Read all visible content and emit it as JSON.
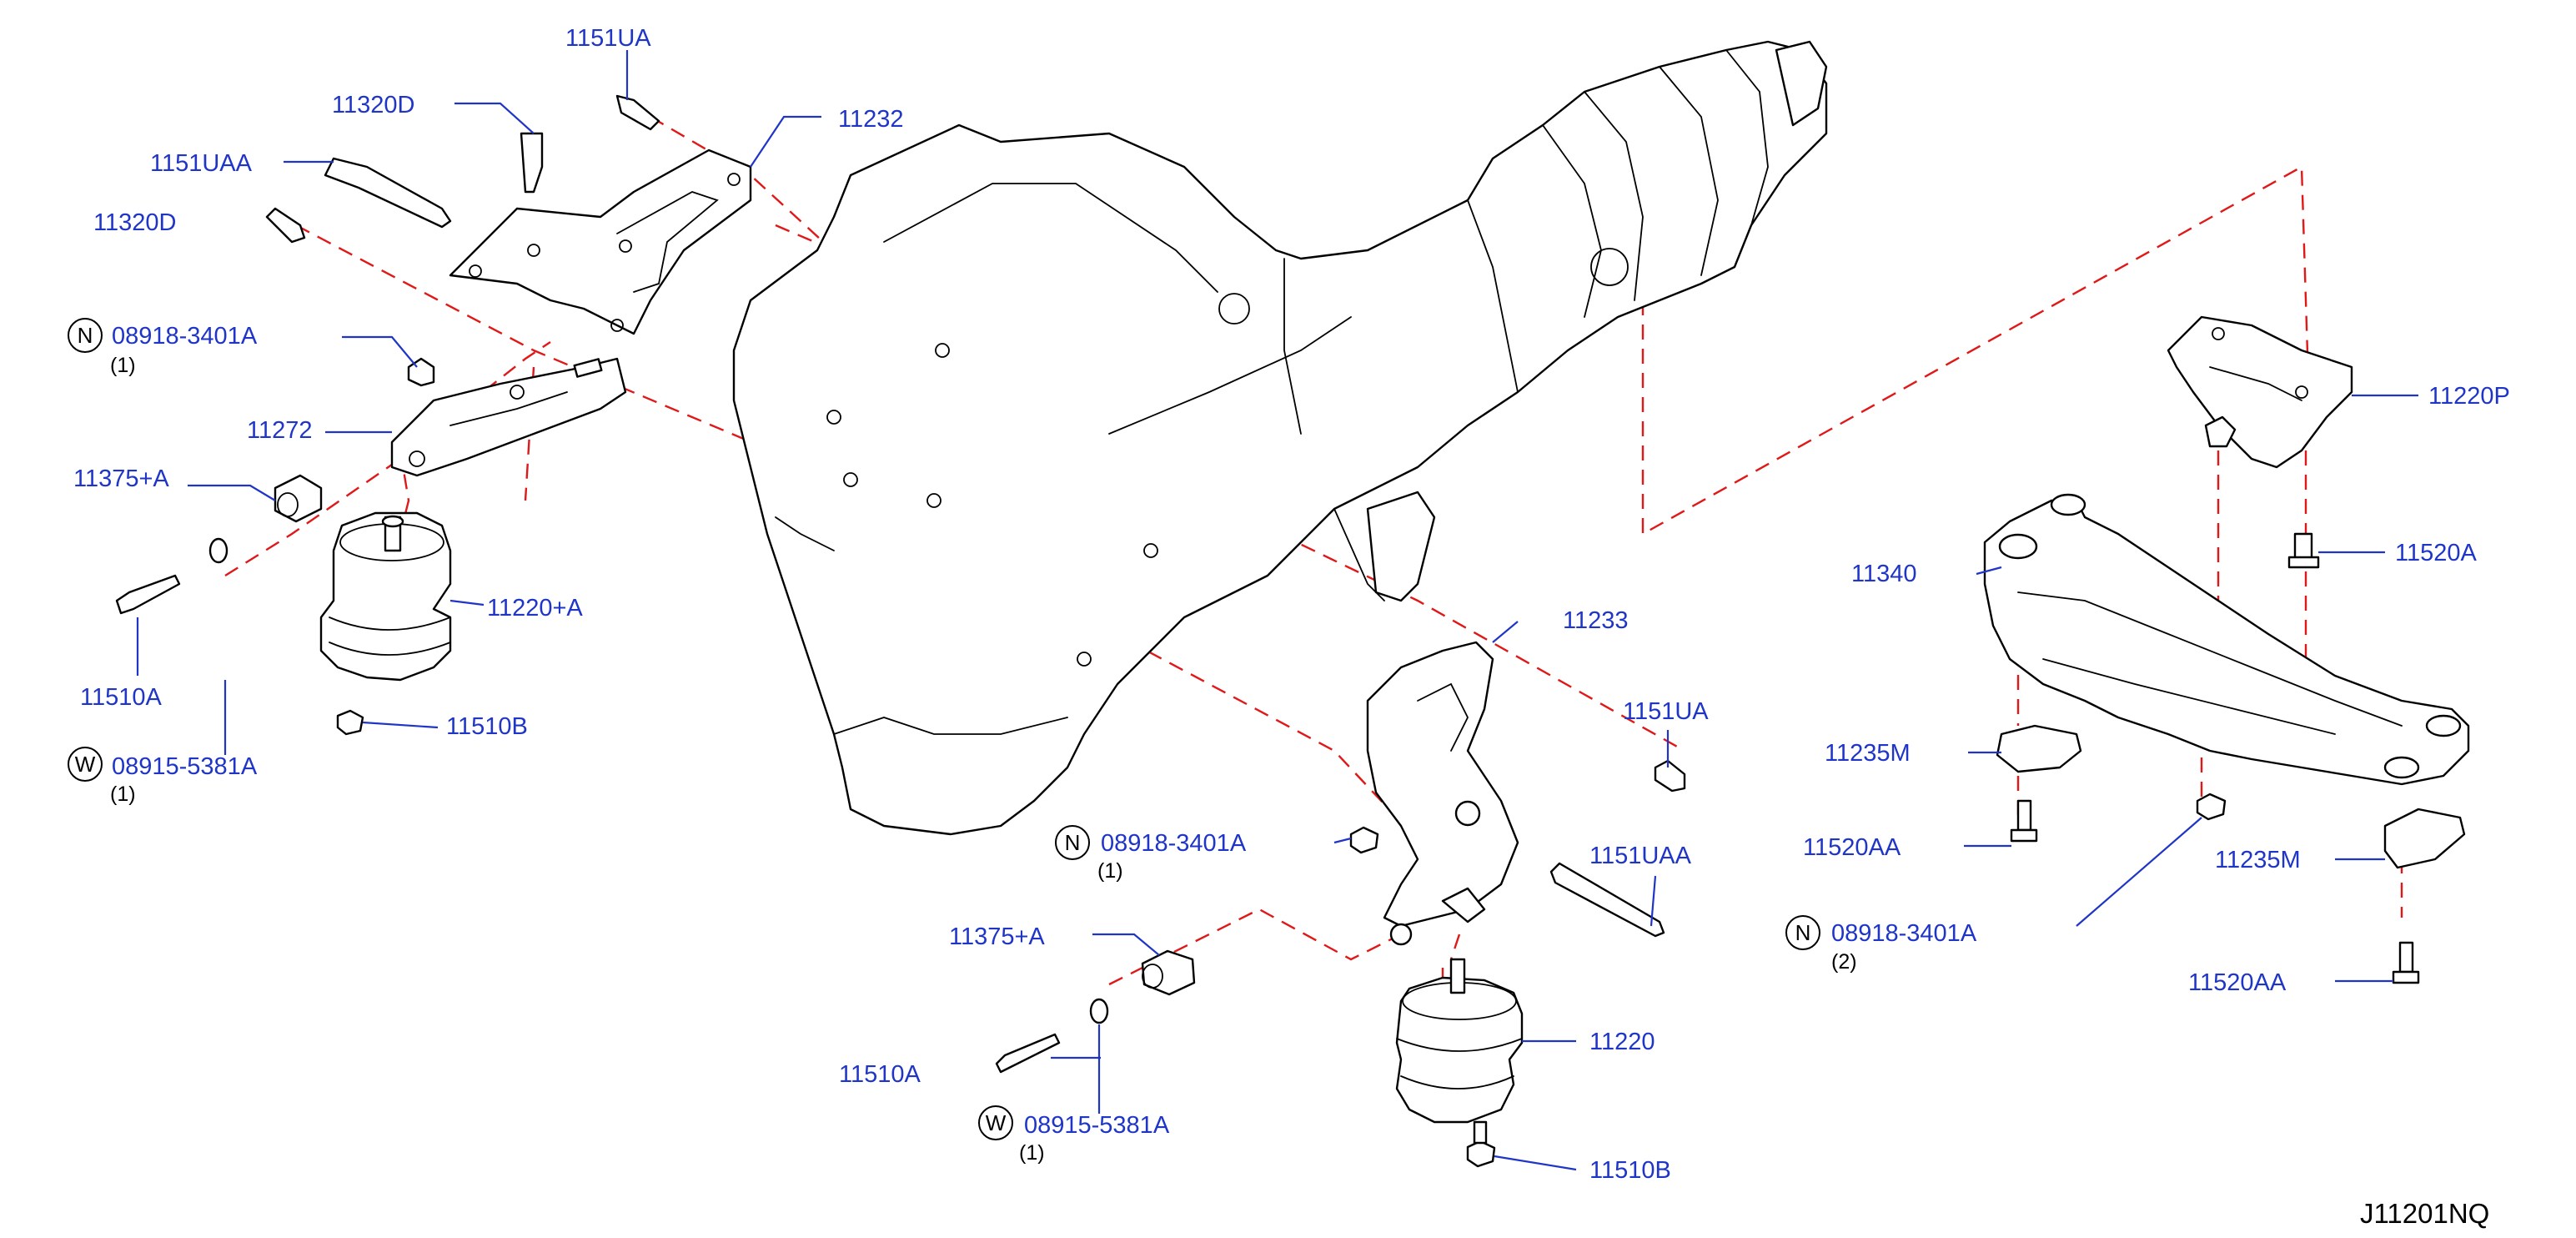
{
  "colors": {
    "label": "#1f35c8",
    "dashed_line": "#e01818",
    "outline": "#000000",
    "background": "#ffffff"
  },
  "diagram_code": "J11201NQ",
  "labels": {
    "l01": "1151UA",
    "l02": "11320D",
    "l03": "11232",
    "l04": "1151UAA",
    "l05": "11320D",
    "l06": "08918-3401A",
    "l07": "(1)",
    "l08": "11272",
    "l09": "11375+A",
    "l10": "11220+A",
    "l11": "11510A",
    "l12": "11510B",
    "l13": "08915-5381A",
    "l14": "(1)",
    "l15": "11233",
    "l16": "1151UA",
    "l17": "1151UAA",
    "l18": "08918-3401A",
    "l19": "(1)",
    "l20": "11375+A",
    "l21": "11510A",
    "l22": "08915-5381A",
    "l23": "(1)",
    "l24": "11220",
    "l25": "11510B",
    "l26": "11220P",
    "l27": "11520A",
    "l28": "11340",
    "l29": "11235M",
    "l30": "11520AA",
    "l31": "11235M",
    "l32": "08918-3401A",
    "l33": "(2)",
    "l34": "11520AA"
  },
  "circle_marks": {
    "n": "N",
    "w": "W"
  }
}
